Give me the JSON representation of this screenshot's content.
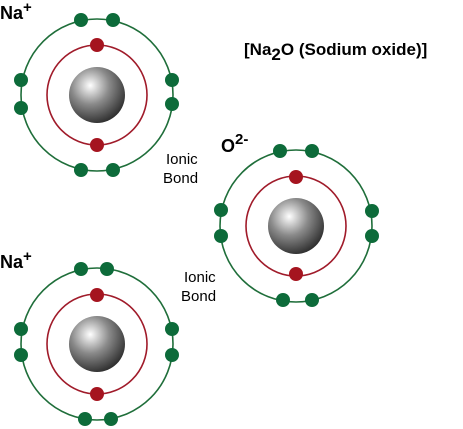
{
  "title": {
    "open_bracket": "[",
    "formula_prefix": "Na",
    "formula_subscript": "2",
    "formula_suffix": "O",
    "description": " (Sodium oxide)",
    "close_bracket": "]"
  },
  "atoms": [
    {
      "name": "sodium-atom-top",
      "symbol": "Na",
      "charge": "+",
      "inner_shell_electrons": 2,
      "outer_shell_electrons": 8
    },
    {
      "name": "oxide-ion",
      "symbol": "O",
      "charge": "2-",
      "inner_shell_electrons": 2,
      "outer_shell_electrons": 8
    },
    {
      "name": "sodium-atom-bottom",
      "symbol": "Na",
      "charge": "+",
      "inner_shell_electrons": 2,
      "outer_shell_electrons": 8
    }
  ],
  "bonds": [
    {
      "line1": "Ionic",
      "line2": "Bond"
    },
    {
      "line1": "Ionic",
      "line2": "Bond"
    }
  ],
  "colors": {
    "outer_shell": "#1f6e3a",
    "inner_shell": "#a01b2a",
    "outer_electron": "#0d6b3a",
    "inner_electron": "#a5141f",
    "nucleus_highlight": "#ffffff",
    "nucleus_mid": "#8a8a8a",
    "nucleus_edge": "#222222",
    "text": "#000000"
  }
}
